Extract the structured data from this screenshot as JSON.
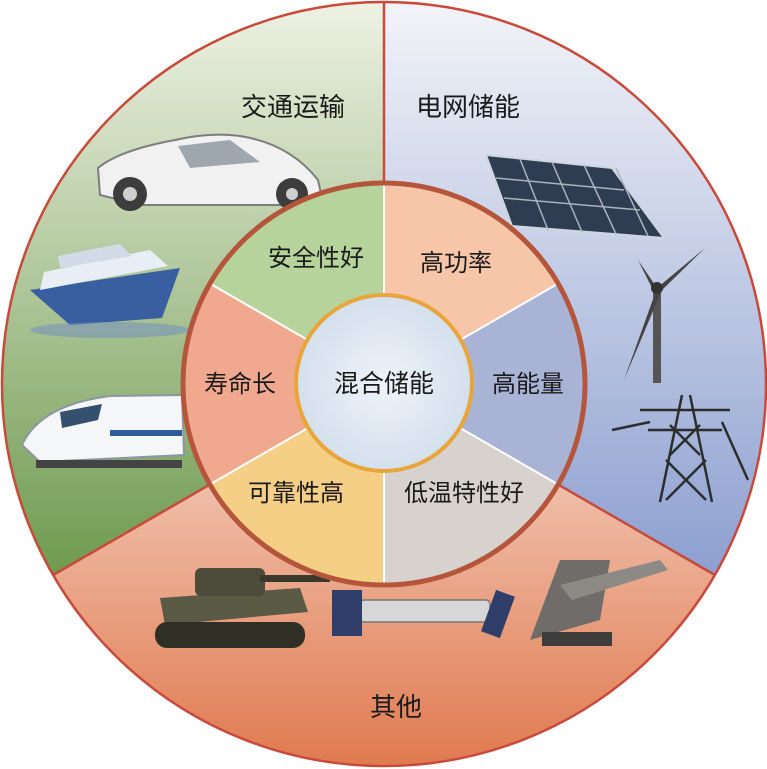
{
  "center": {
    "label": "混合储能"
  },
  "outer_sectors": [
    {
      "label": "交通运输",
      "icons": [
        "car-icon",
        "cruise-ship-icon",
        "high-speed-train-icon"
      ]
    },
    {
      "label": "电网储能",
      "icons": [
        "solar-panel-icon",
        "wind-turbine-icon",
        "power-tower-icon"
      ]
    },
    {
      "label": "其他",
      "icons": [
        "tank-icon",
        "space-station-icon",
        "mining-machine-icon"
      ]
    }
  ],
  "inner_segments": [
    {
      "label": "安全性好"
    },
    {
      "label": "高功率"
    },
    {
      "label": "高能量"
    },
    {
      "label": "低温特性好"
    },
    {
      "label": "可靠性高"
    },
    {
      "label": "寿命长"
    }
  ],
  "colors": {
    "transport": "#a9c98a",
    "grid": "#b9c4e0",
    "other": "#e79c7e",
    "safety": "#b5d39a",
    "power": "#f7c6a8",
    "energy": "#a8b3d6",
    "low_temp": "#d8d2cf",
    "reliability": "#f6cf86",
    "lifetime": "#f0a98f",
    "center": "#dfe8f3",
    "ring_line": "#c94a3a",
    "inner_ring": "#b5553c",
    "center_ring": "#e9a53a"
  }
}
